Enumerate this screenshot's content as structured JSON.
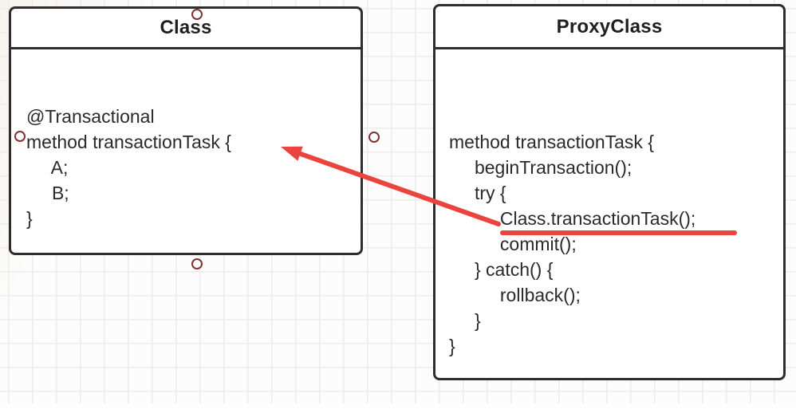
{
  "diagram": {
    "left_box": {
      "title": "Class",
      "code_lines": [
        "@Transactional",
        "method transactionTask {",
        "     A;",
        "     B;",
        "}"
      ]
    },
    "right_box": {
      "title": "ProxyClass",
      "code_lines": [
        "method transactionTask {",
        "     beginTransaction();",
        "     try {",
        "          Class.transactionTask();",
        "          commit();",
        "     } catch() {",
        "          rollback();",
        "     }",
        "}"
      ]
    },
    "annotation": {
      "underlined_text": "Class.transactionTask();",
      "arrow_points_to": "method transactionTask {"
    },
    "colors": {
      "accent_red": "#e9453e",
      "box_border": "#2e2e2e",
      "handle_stroke": "#7b3333",
      "text": "#2a2a2a",
      "grid_line": "#ececec",
      "background": "#fcfcfc"
    }
  }
}
